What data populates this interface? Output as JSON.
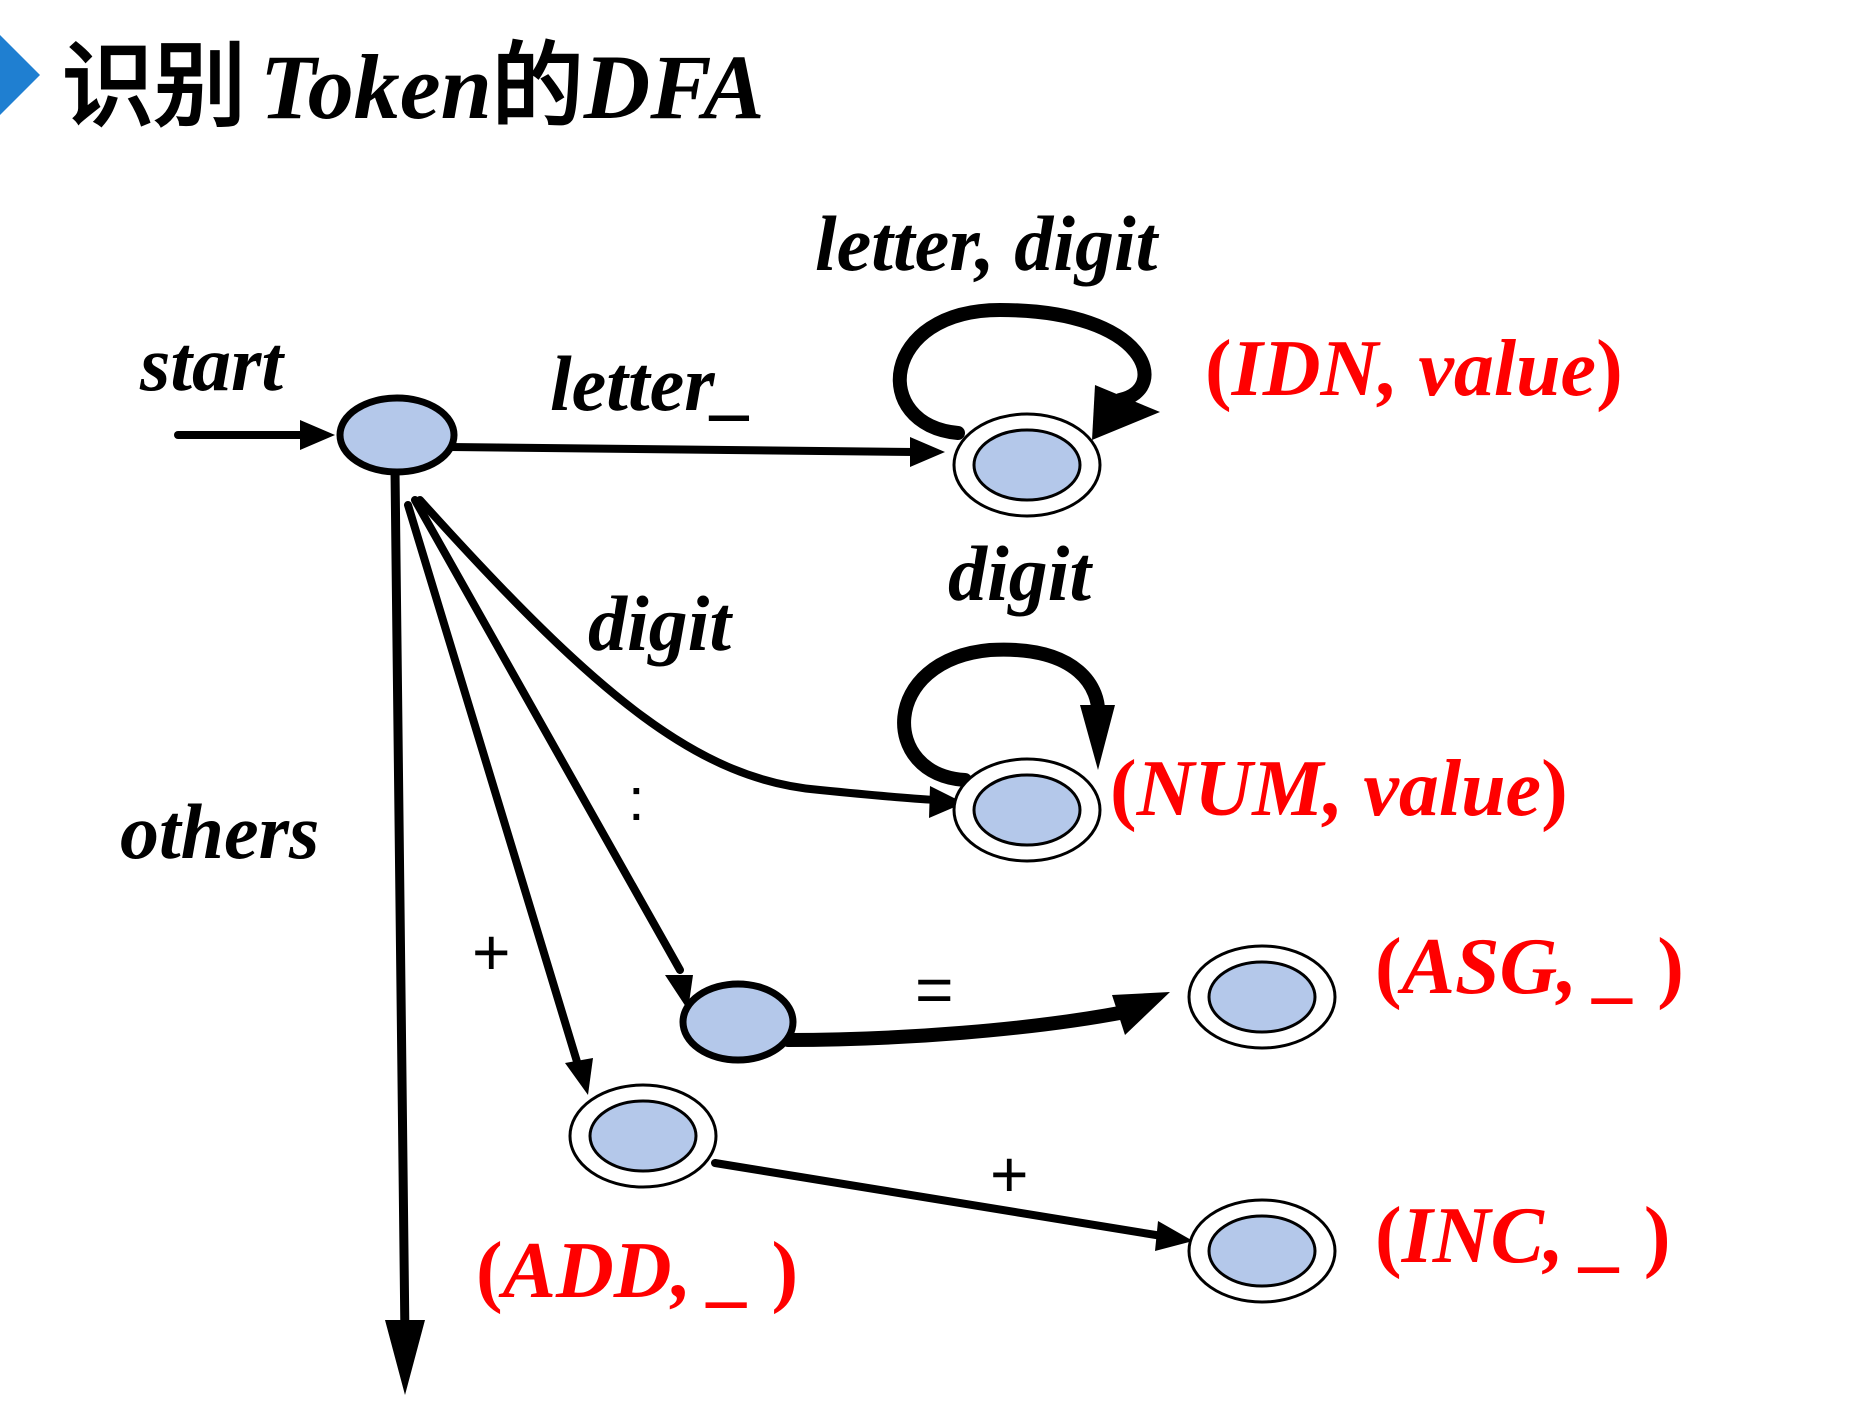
{
  "title": {
    "zh_part1": "识别",
    "en_part1": "Token",
    "zh_part2": "的",
    "en_part2": "DFA"
  },
  "edges": {
    "start": "start",
    "letter_underscore": "letter_",
    "letter_digit_loop": "letter, digit",
    "digit_to_num": "digit",
    "digit_loop": "digit",
    "colon": ":",
    "equals": "=",
    "plus_to_add": "+",
    "plus_to_inc": "+",
    "others": "others"
  },
  "tokens": {
    "idn": {
      "open": "(",
      "name": "IDN",
      "sep": ", ",
      "attr": "value",
      "close": ")"
    },
    "num": {
      "open": "(",
      "name": "NUM",
      "sep": ", ",
      "attr": "value",
      "close": ")"
    },
    "asg": {
      "open": "(",
      "name": "ASG",
      "sep": ", ",
      "attr": "_ ",
      "close": ")"
    },
    "add": {
      "open": "(",
      "name": "ADD",
      "sep": ", ",
      "attr": "_ ",
      "close": ")"
    },
    "inc": {
      "open": "(",
      "name": "INC",
      "sep": ", ",
      "attr": "_ ",
      "close": ")"
    }
  },
  "colors": {
    "state_fill": "#b4c8ea",
    "state_stroke": "#000000",
    "token_text": "#ff0000",
    "title_marker": "#1f7fd1"
  },
  "icons": {
    "title_marker": "triangle-bullet-icon"
  }
}
